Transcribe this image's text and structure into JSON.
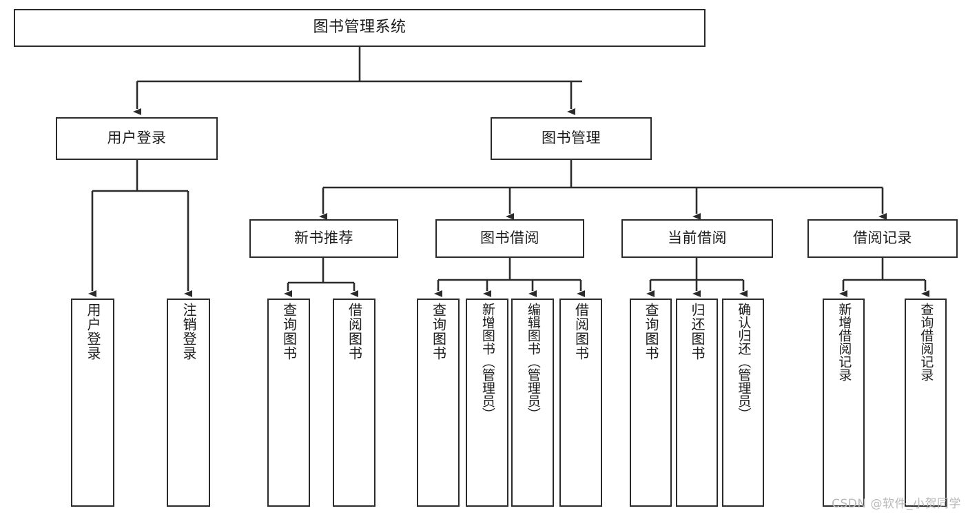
{
  "diagram": {
    "title": "图书管理系统",
    "type": "tree-structure-chart",
    "watermark": "CSDN @软件_小贺同学",
    "colors": {
      "background": "#ffffff",
      "stroke": "#2b2b2b",
      "text": "#1b1b1b",
      "watermark": "#b9b9b9"
    },
    "nodes": {
      "root": {
        "label": "图书管理系统"
      },
      "level2": [
        {
          "label": "用户登录"
        },
        {
          "label": "图书管理"
        }
      ],
      "level3": [
        {
          "label": "新书推荐"
        },
        {
          "label": "图书借阅"
        },
        {
          "label": "当前借阅"
        },
        {
          "label": "借阅记录"
        }
      ],
      "leaves": {
        "user_login": [
          {
            "label": "用户登录"
          },
          {
            "label": "注销登录"
          }
        ],
        "new_book": [
          {
            "label": "查询图书"
          },
          {
            "label": "借阅图书"
          }
        ],
        "book_borrow": [
          {
            "label": "查询图书"
          },
          {
            "label": "新增图书（管理员）"
          },
          {
            "label": "编辑图书（管理员）"
          },
          {
            "label": "借阅图书"
          }
        ],
        "current_borrow": [
          {
            "label": "查询图书"
          },
          {
            "label": "归还图书"
          },
          {
            "label": "确认归还（管理员）"
          }
        ],
        "borrow_record": [
          {
            "label": "新增借阅记录"
          },
          {
            "label": "查询借阅记录"
          }
        ]
      }
    }
  }
}
